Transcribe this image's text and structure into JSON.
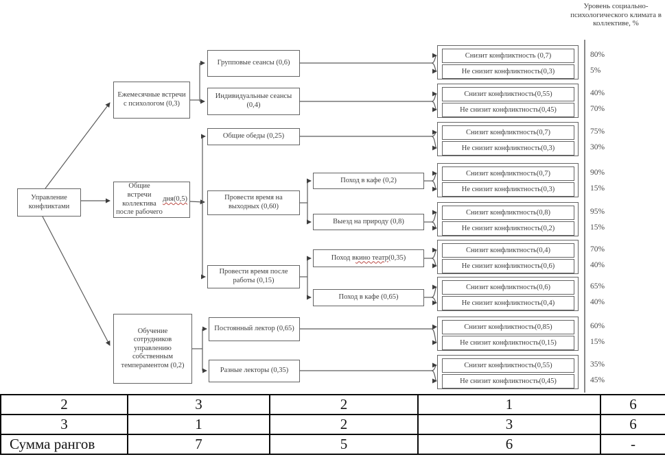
{
  "axis_header": "Уровень социально-психологического климата в коллективе, %",
  "root": {
    "label": "Управление конфликтами"
  },
  "level2": {
    "monthly": "Ежемесячные встречи с психологом (0,3)",
    "meetings_pre": "Общие встречи коллектива после рабочего ",
    "meetings_sq": "дня(0,5)",
    "training": "Обучение сотрудников управлению собственным темпераментом (0,2)"
  },
  "level3": {
    "group": "Групповые сеансы (0,6)",
    "individual": "Индивидуальные сеансы (0,4)",
    "lunch": "Общие обеды (0,25)",
    "weekend": "Провести время на выходных (0,60)",
    "afterwork": "Провести время после работы (0,15)",
    "lecturer_perm": "Постоянный лектор (0,65)",
    "lecturer_diff": "Разные лекторы (0,35)"
  },
  "level4": {
    "cafe1": "Поход  в кафе (0,2)",
    "nature": "Выезд на природу (0,8)",
    "cinema_pre": "Поход в ",
    "cinema_sq": "кино театр",
    "cinema_post": " (0,35)",
    "cafe2": "Поход в кафе (0,65)"
  },
  "pairs": [
    {
      "yes": "Снизит конфликтность (0,7)",
      "no": "Не снизит конфликтность(0,3)",
      "yes_pct": "80%",
      "no_pct": "5%"
    },
    {
      "yes": "Снизит конфликтность(0,55)",
      "no": "Не снизит конфликтность(0,45)",
      "yes_pct": "40%",
      "no_pct": "70%"
    },
    {
      "yes": "Снизит конфликтность(0,7)",
      "no": "Не снизит конфликтность(0,3)",
      "yes_pct": "75%",
      "no_pct": "30%"
    },
    {
      "yes": "Снизит конфликтность(0,7)",
      "no": "Не снизит конфликтность(0,3)",
      "yes_pct": "90%",
      "no_pct": "15%"
    },
    {
      "yes": "Снизит конфликтность(0,8)",
      "no": "Не снизит конфликтность(0,2)",
      "yes_pct": "95%",
      "no_pct": "15%"
    },
    {
      "yes": "Снизит конфликтность(0,4)",
      "no": "Не снизит конфликтность(0,6)",
      "yes_pct": "70%",
      "no_pct": "40%"
    },
    {
      "yes": "Снизит конфликтность(0,6)",
      "no": "Не снизит конфликтность(0,4)",
      "yes_pct": "65%",
      "no_pct": "40%"
    },
    {
      "yes": "Снизит конфликтность(0,85)",
      "no": "Не снизит конфликтность(0,15)",
      "yes_pct": "60%",
      "no_pct": "15%"
    },
    {
      "yes": "Снизит конфликтность(0,55)",
      "no": "Не снизит конфликтность(0,45)",
      "yes_pct": "35%",
      "no_pct": "45%"
    }
  ],
  "table": {
    "rows": [
      [
        "2",
        "3",
        "2",
        "1",
        "6"
      ],
      [
        "3",
        "1",
        "2",
        "3",
        "6"
      ],
      [
        "Сумма рангов",
        "7",
        "5",
        "6",
        "-"
      ]
    ]
  }
}
